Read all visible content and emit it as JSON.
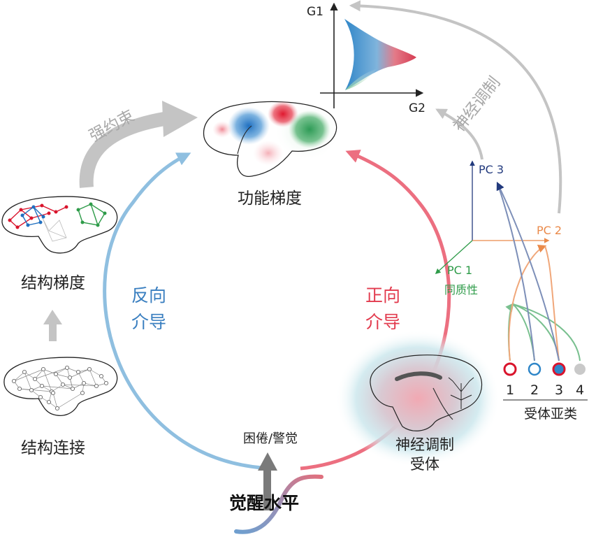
{
  "axes": {
    "y_label": "G1",
    "x_label": "G2"
  },
  "top": {
    "functional_gradient": "功能梯度"
  },
  "left": {
    "constraint": "强约束",
    "structural_gradient": "结构梯度",
    "structural_connectivity": "结构连接",
    "reverse_line1": "反向",
    "reverse_line2": "介导"
  },
  "right": {
    "neuromodulation_arc": "神经调制",
    "forward_line1": "正向",
    "forward_line2": "介导",
    "receptor_line1": "神经调制",
    "receptor_line2": "受体",
    "pc1": "PC 1",
    "homogeneity": "同质性",
    "pc2": "PC 2",
    "pc3": "PC 3",
    "receptor_subtypes": [
      "1",
      "2",
      "3",
      "4"
    ],
    "receptor_subtype_title": "受体亚类"
  },
  "bottom": {
    "sleepy_alert": "困倦/警觉",
    "arousal_level": "觉醒水平"
  },
  "colors": {
    "blue_arc": "#8fbfe0",
    "red_arc": "#ec6f80",
    "gray_arrow": "#c4c4c4",
    "pc1_green": "#2e9b49",
    "pc2_orange": "#ea8a4a",
    "pc3_navy": "#223a7d",
    "text_blue": "#3a7fc0",
    "text_red": "#e23b4e"
  }
}
